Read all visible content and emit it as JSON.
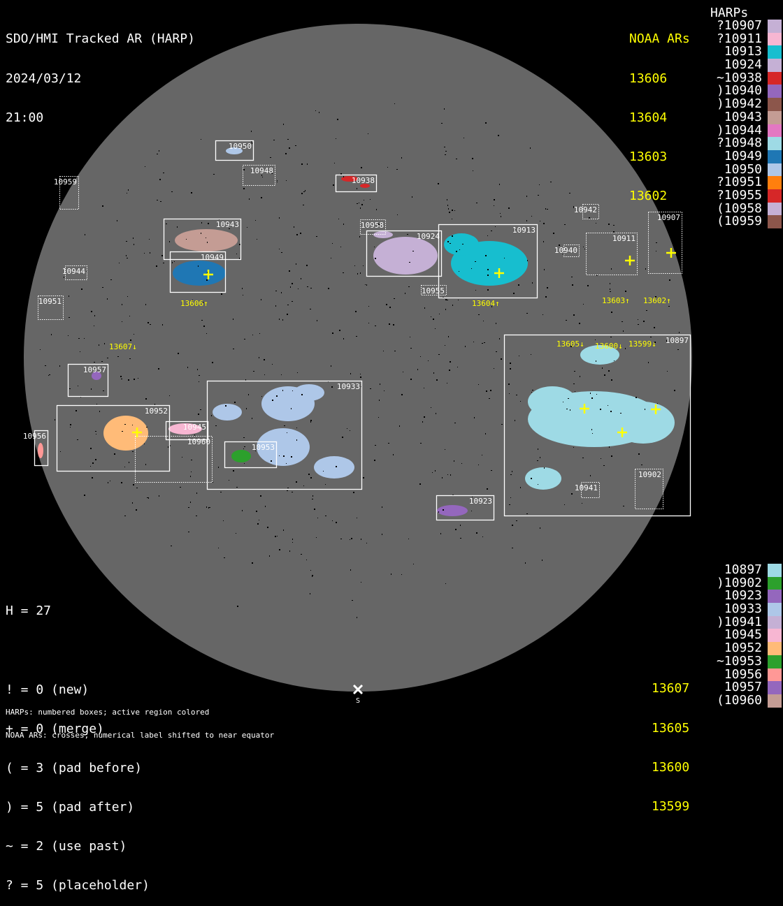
{
  "header": {
    "title": "SDO/HMI Tracked AR (HARP)",
    "date": "2024/03/12",
    "time": "21:00"
  },
  "noaa_header": "NOAA ARs",
  "harps_header": "HARPs",
  "noaa_top": [
    "13606",
    "13604",
    "13603",
    "13602"
  ],
  "noaa_bottom": [
    "13607",
    "13605",
    "13600",
    "13599"
  ],
  "harps_top": [
    {
      "label": "?10907",
      "color": "#c5b0d5"
    },
    {
      "label": "?10911",
      "color": "#f7b6d2"
    },
    {
      "label": "10913",
      "color": "#17becf"
    },
    {
      "label": "10924",
      "color": "#c5b0d5"
    },
    {
      "label": "~10938",
      "color": "#d62728"
    },
    {
      "label": ")10940",
      "color": "#9467bd"
    },
    {
      "label": ")10942",
      "color": "#8c564b"
    },
    {
      "label": "10943",
      "color": "#c49c94"
    },
    {
      "label": ")10944",
      "color": "#e377c2"
    },
    {
      "label": "?10948",
      "color": "#9edae5"
    },
    {
      "label": "10949",
      "color": "#1f77b4"
    },
    {
      "label": "10950",
      "color": "#aec7e8"
    },
    {
      "label": "?10951",
      "color": "#ff7f0e"
    },
    {
      "label": "?10955",
      "color": "#d62728"
    },
    {
      "label": "(10958",
      "color": "#c5b0d5"
    },
    {
      "label": "(10959",
      "color": "#8c564b"
    }
  ],
  "harps_bottom": [
    {
      "label": "10897",
      "color": "#9edae5"
    },
    {
      "label": ")10902",
      "color": "#2ca02c"
    },
    {
      "label": "10923",
      "color": "#9467bd"
    },
    {
      "label": "10933",
      "color": "#aec7e8"
    },
    {
      "label": ")10941",
      "color": "#c5b0d5"
    },
    {
      "label": "10945",
      "color": "#f7b6d2"
    },
    {
      "label": "10952",
      "color": "#ffbb78"
    },
    {
      "label": "~10953",
      "color": "#2ca02c"
    },
    {
      "label": "10956",
      "color": "#ff9896"
    },
    {
      "label": "10957",
      "color": "#9467bd"
    },
    {
      "label": "(10960",
      "color": "#c49c94"
    }
  ],
  "stats": {
    "h": "H = 27",
    "lines": [
      "! = 0 (new)",
      "+ = 0 (merge)",
      "( = 3 (pad before)",
      ") = 5 (pad after)",
      "~ = 2 (use past)",
      "? = 5 (placeholder)"
    ]
  },
  "notes": [
    "HARPs: numbered boxes; active region colored",
    "NOAA ARs: crosses; numerical label shifted to near equator"
  ],
  "disk_labels": {
    "south": "S"
  },
  "boxes": [
    "10950",
    "10948",
    "10959",
    "10938",
    "10943",
    "10949",
    "10944",
    "10951",
    "10958",
    "10924",
    "10913",
    "10955",
    "10942",
    "10940",
    "10911",
    "10907",
    "10897",
    "10902",
    "10941",
    "10957",
    "10952",
    "10945",
    "10960",
    "10933",
    "10953",
    "10956",
    "10923"
  ],
  "noaa_disk": [
    "13606↑",
    "13604↑",
    "13603↑",
    "13602↑",
    "13607↓",
    "13605↓",
    "13600↓",
    "13599↓"
  ]
}
